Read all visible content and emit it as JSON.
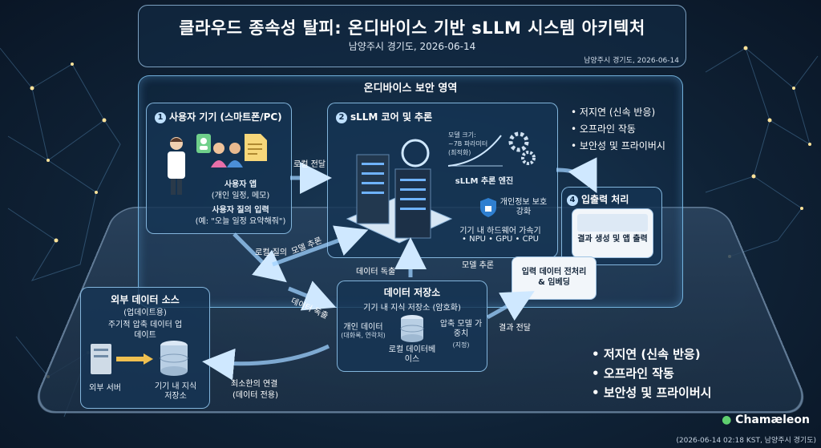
{
  "header": {
    "title": "클라우드 종속성 탈피: 온디바이스 기반 sLLM 시스템 아키텍처",
    "subtitle": "남양주시 경기도, 2026-06-14",
    "meta": "남양주시 경기도, 2026-06-14"
  },
  "zone": {
    "label": "온디바이스 보안 영역"
  },
  "user_device": {
    "number": "1",
    "title": "사용자 기기 (스마트폰/PC)",
    "app_label": "사용자 앱",
    "app_desc": "(개인 일정, 메모)",
    "input_label": "사용자 질의 입력",
    "input_example": "(예: \"오늘 일정 요약해줘\")"
  },
  "core": {
    "number": "2",
    "title": "sLLM 코어 및 추론",
    "model_size_label": "모델 크기:",
    "model_size_value": "~7B 파라미터",
    "model_size_note": "(최적화)",
    "engine_label": "sLLM 추론 엔진",
    "privacy_label": "개인정보 보호 강화",
    "accel_label": "기기 내 하드웨어 가속기",
    "accel_items": [
      "NPU",
      "GPU",
      "CPU"
    ]
  },
  "io": {
    "number": "4",
    "title": "입출력 처리",
    "result_label": "결과 생성 및 앱 출력",
    "preprocess_label": "입력 데이터 전처리 & 임베딩"
  },
  "storage": {
    "title": "데이터 저장소",
    "subtitle": "기기 내 지식 저장소 (암호화)",
    "personal_label": "개인 데이터",
    "personal_note": "(대화록, 연락처)",
    "db_label": "로컬 데이터베이스",
    "weights_label": "압축 모델 가중치",
    "weights_note": "(지정)"
  },
  "external": {
    "title": "외부 데이터 소스",
    "title_note": "(업데이트용)",
    "update_label": "주기적 압축 데이터 업데이트",
    "server_label": "외부 서버",
    "store_label": "기기 내 지식 저장소"
  },
  "arrows": {
    "local_forward": "로컬 전달",
    "local_query": "로컬 질의",
    "model_infer": "모델 추론",
    "data_read": "데이터 독출",
    "data_read2": "데이터 독출",
    "model_infer2": "모델 추론",
    "result_forward": "결과 전달",
    "min_connect": "최소한의 연결",
    "min_connect_note": "(데이터 전용)"
  },
  "benefits_top": [
    "저지연 (신속 반응)",
    "오프라인 작동",
    "보안성 및 프라이버시"
  ],
  "benefits_bottom": [
    "저지연 (신속 반응)",
    "오프라인 작동",
    "보안성 및 프라이버시"
  ],
  "footer": {
    "brand": "Chamæleon",
    "meta": "(2026-06-14 02:18 KST, 남양주시 경기도)"
  },
  "colors": {
    "accent": "#8fd0ff",
    "panel": "#16344f",
    "background": "#0f2236"
  }
}
